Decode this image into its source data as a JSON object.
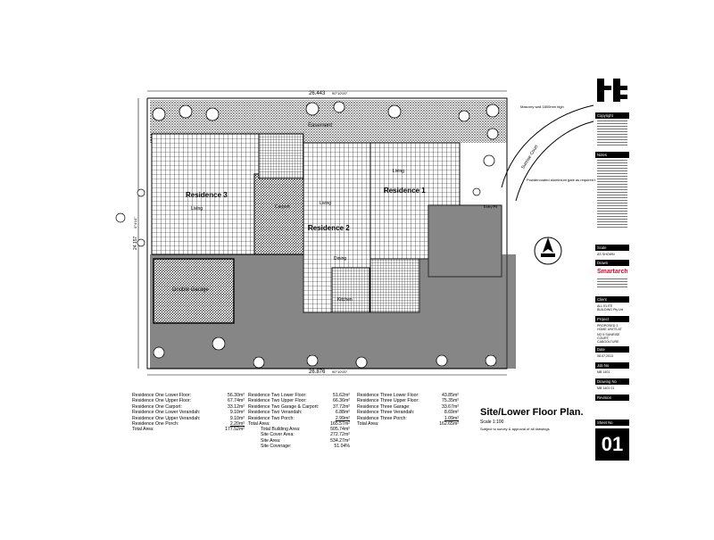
{
  "drawing": {
    "title": "Site/Lower Floor Plan.",
    "scale": "Scale 1:100",
    "scale_note": "Subject to survey & approval of all drawings"
  },
  "labels": {
    "residence_one": "Residence 1",
    "residence_two": "Residence 2",
    "residence_three": "Residence 3",
    "easement": "Easement",
    "dim_top": "26.443",
    "dim_top_bearing": "90°10'00\"",
    "dim_bottom": "26.876",
    "dim_bottom_bearing": "90°10'00\"",
    "dim_left": "24.157",
    "dim_left_bearing": "0°4'10\"",
    "street": "Sunrise Court",
    "masonry_wall": "Masonry wall 1800mm high",
    "aluminium_gate": "Powdercoated aluminium gate as required by owner",
    "double_garage": "Double Garage",
    "living": "Living",
    "dining": "Dining",
    "kitchen": "Kitchen",
    "carport": "Carport",
    "entry_pit": "Entry Pit"
  },
  "schedule": {
    "col1": [
      {
        "k": "Residence One Lower Floor:",
        "v": "56.30m²"
      },
      {
        "k": "Residence One Upper Floor:",
        "v": "67.74m²"
      },
      {
        "k": "Residence One Carport:",
        "v": "33.12m²"
      },
      {
        "k": "Residence One Lower Verandah:",
        "v": "9.10m²"
      },
      {
        "k": "Residence One Upper Verandah:",
        "v": "9.10m²"
      },
      {
        "k": "Residence One Porch:",
        "v": "2.20m²"
      },
      {
        "k": "Total Area:",
        "v": "177.52m²"
      }
    ],
    "col2": [
      {
        "k": "Residence Two Lower Floor:",
        "v": "51.62m²"
      },
      {
        "k": "Residence Two Upper Floor:",
        "v": "66.36m²"
      },
      {
        "k": "Residence Two Garage & Carport:",
        "v": "37.72m²"
      },
      {
        "k": "Residence Two Verandah:",
        "v": "6.88m²"
      },
      {
        "k": "Residence Two Porch:",
        "v": "2.99m²"
      },
      {
        "k": "Total Area:",
        "v": "165.57m²"
      }
    ],
    "col3": [
      {
        "k": "Residence Three Lower Floor:",
        "v": "43.85m²"
      },
      {
        "k": "Residence Three Upper Floor:",
        "v": "75.35m²"
      },
      {
        "k": "Residence Three Garage:",
        "v": "33.67m²"
      },
      {
        "k": "Residence Three Verandah:",
        "v": "8.69m²"
      },
      {
        "k": "Residence Three Porch:",
        "v": "1.09m²"
      },
      {
        "k": "Total Area:",
        "v": "162.65m²"
      }
    ],
    "totals": [
      {
        "k": "Total Building Area:",
        "v": "505.74m²"
      },
      {
        "k": "Site Cover Area:",
        "v": "272.72m²"
      },
      {
        "k": "Site Area:",
        "v": "534.27m²"
      },
      {
        "k": "Site Coverage:",
        "v": "51.04%"
      }
    ]
  },
  "titleblock": {
    "copyright": "Copyright",
    "notes": "Notes",
    "scale_head": "Scale",
    "scale_value": "AS SHOWN",
    "drawn_head": "Drawn",
    "brand": "Smartarch",
    "client_head": "Client",
    "client": "ALL ELITE BUILDING Pty Ltd",
    "project_head": "Project",
    "project": "PROPOSED 3 HOME UNITS AT",
    "address": "NO 5 SUNRISE COURT, CABOOLTURE",
    "date_head": "Date",
    "date": "08.07.2013",
    "job_head": "Job No",
    "job": "MB 1401",
    "drawing_head": "Drawing No",
    "drawing": "MB 1401 01",
    "revision_head": "Revision",
    "sheet_head": "Sheet No",
    "sheet": "01"
  }
}
